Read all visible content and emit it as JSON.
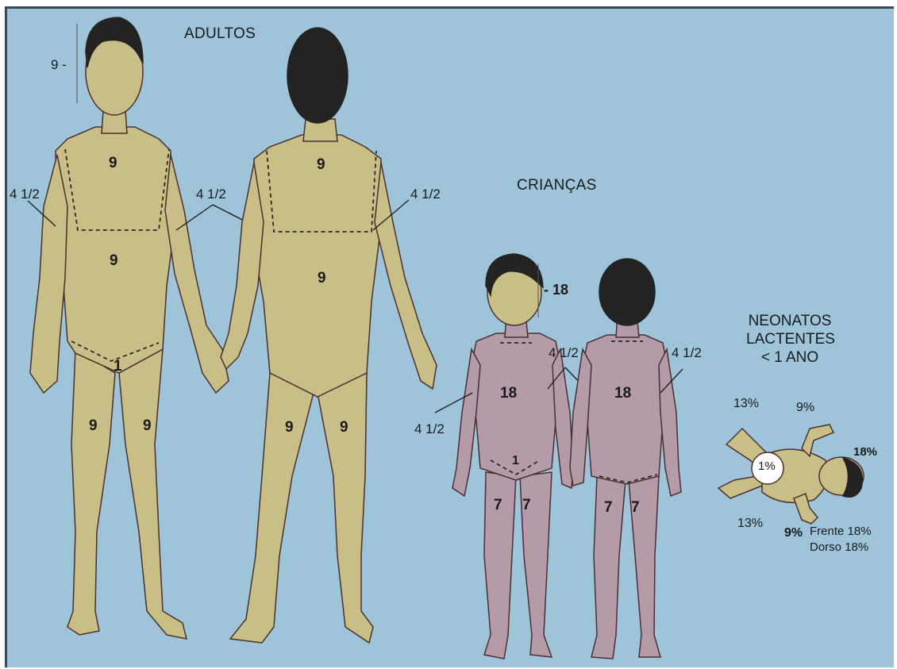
{
  "titles": {
    "adults": "ADULTOS",
    "children": "CRIANÇAS",
    "neonates_line1": "NEONATOS",
    "neonates_line2": "LACTENTES",
    "neonates_line3": "< 1 ANO"
  },
  "adults": {
    "head": "9 -",
    "front_trunk_upper": "9",
    "front_trunk_lower": "9",
    "genital": "1",
    "front_leg_right": "9",
    "front_leg_left": "9",
    "arm_right_front": "4 1/2",
    "arm_left_shared": "4 1/2",
    "back_trunk_upper": "9",
    "back_trunk_lower": "9",
    "back_leg_right": "9",
    "back_leg_left": "9",
    "arm_back_left": "4 1/2"
  },
  "children": {
    "head": "18",
    "arm_front_right": "4 1/2",
    "arm_shared": "4 1/2",
    "arm_back_left": "4 1/2",
    "front_trunk": "18",
    "genital": "1",
    "front_leg_right": "7",
    "front_leg_left": "7",
    "back_trunk": "18",
    "back_leg_right": "7",
    "back_leg_left": "7"
  },
  "neonates": {
    "leg_top": "13%",
    "arm_top": "9%",
    "head": "18%",
    "genital": "1%",
    "leg_bottom": "13%",
    "arm_bottom": "9%",
    "front": "Frente 18%",
    "back": "Dorso 18%"
  },
  "colors": {
    "background": "#9ec4d9",
    "skin": "#c9bf86",
    "skin_shade": "#b59aa8",
    "hair": "#232323",
    "outline": "#4a3030",
    "frame": "#3b4a56"
  }
}
